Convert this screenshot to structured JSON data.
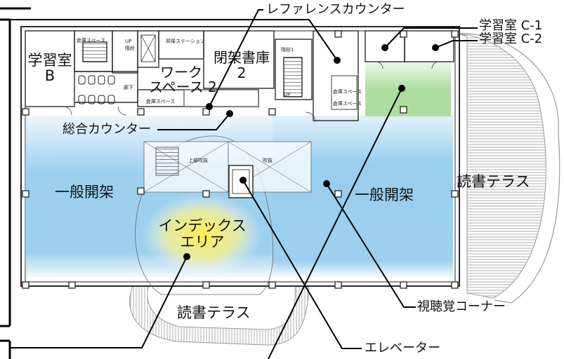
{
  "rooms": {
    "study_b": [
      "学習室",
      "B"
    ],
    "work_space": [
      "ワーク",
      "スペース 2"
    ],
    "closed_stacks": [
      "閉架書庫",
      "2"
    ],
    "general_left": "一般開架",
    "general_right": "一般開架",
    "index_area": [
      "インデックス",
      "エリア"
    ],
    "terrace_right": "読書テラス",
    "terrace_bottom": "読書テラス"
  },
  "callouts": {
    "reference_counter": "レファレンスカウンター",
    "study_c1": "学習室 C-1",
    "study_c2": "学習室 C-2",
    "general_counter": "総合カウンター",
    "av_corner": "視聴覚コーナー",
    "elevator": "エレベーター"
  },
  "small_labels": {
    "storage_1": "倉庫スペース",
    "up_1": "UP",
    "stairs_1": "階段",
    "lift_station": "昇降ステーション",
    "hallway": "廊下",
    "storage_2": "倉庫スペース",
    "stairs_2": "階段1",
    "up_2": "UP",
    "storage_3": "倉庫スペース",
    "storage_4": "倉庫スペース",
    "upper_void": "上部吹抜",
    "void": "吹抜"
  },
  "colors": {
    "reading_area": "#8cc8ec",
    "study_room": "#a9dc9a",
    "index_glow": "#fff04a",
    "terrace_line": "#9a9a9a",
    "wall": "#2a2a2a",
    "leader": "#000000"
  }
}
